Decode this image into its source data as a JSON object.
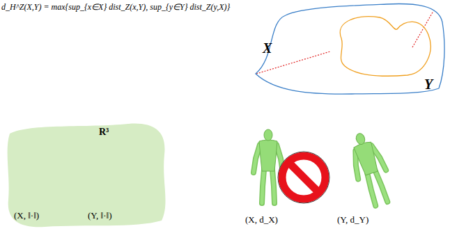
{
  "diagram": {
    "nodes": [
      {
        "text": [
          "X"
        ]
      },
      {
        "text": [
          "Y"
        ],
        "in": 0
      },
      {
        "text": [
          "R³",
          "(X, ‖·‖)",
          "(Y, ‖·‖)"
        ]
      }
    ],
    "labels": [
      "d_H^Z(X,Y) = max{sup_{x∈X} dist_Z(x,Y), sup_{y∈Y} dist_Z(y,X)}",
      "(X, d_X)",
      "(Y, d_Y)"
    ]
  }
}
